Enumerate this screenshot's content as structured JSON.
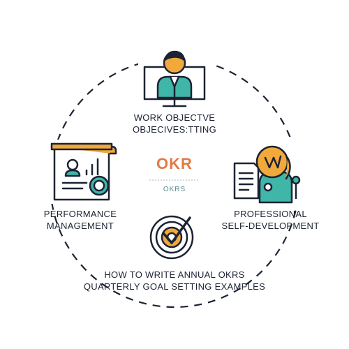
{
  "center": {
    "title": "OKR",
    "subtitle": "OKRS"
  },
  "nodes": {
    "top": {
      "line1": "WORK OBJECTVE",
      "line2": "OBJECIVES:TTING",
      "icon": "monitor-person-icon"
    },
    "left": {
      "line1": "PERFORMANCE",
      "line2": "MANAGEMENT",
      "icon": "presentation-board-icon"
    },
    "right": {
      "line1": "PROFESSIONAL",
      "line2": "SELF-DEVELOPMENT",
      "icon": "person-with-document-icon"
    },
    "bottom": {
      "line1": "HOW TO WRITE ANNUAL OKRS",
      "line2": "QUARTERLY GOAL SETTING EXAMPLES",
      "icon": "target-checkmark-icon"
    }
  },
  "colors": {
    "outline": "#1c2333",
    "teal": "#3fb6a8",
    "orange": "#f2a93b",
    "accent": "#e27a45",
    "dash": "#1c2333"
  }
}
